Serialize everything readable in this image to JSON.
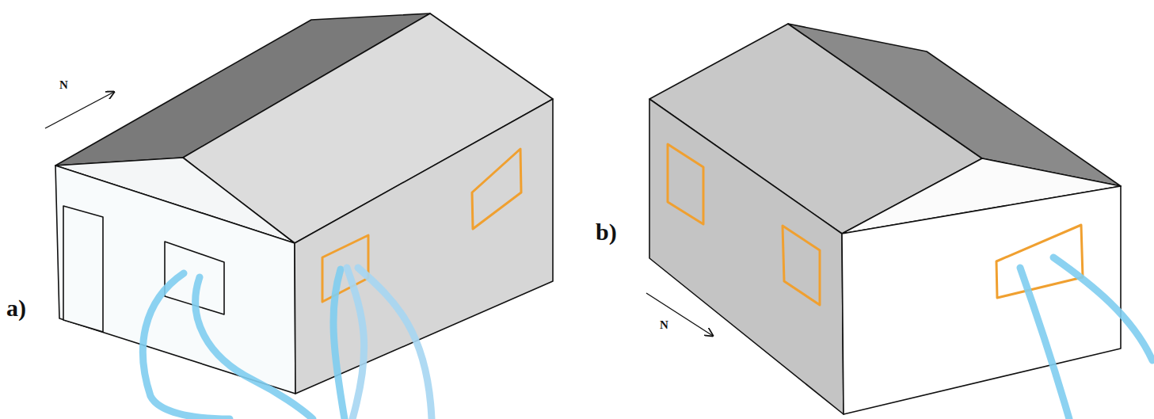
{
  "diagram": {
    "labels": [
      "N",
      "a)",
      "b)",
      "N"
    ]
  }
}
